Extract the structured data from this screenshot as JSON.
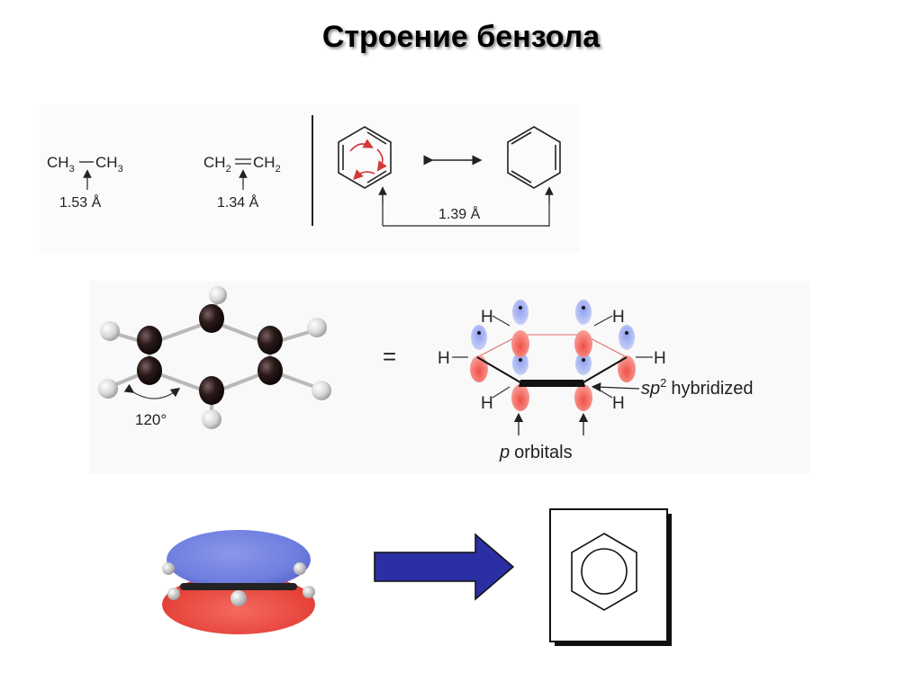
{
  "slide": {
    "title": "Строение бензола"
  },
  "bond_lengths": {
    "ethane": {
      "ch3_left": "CH",
      "ch3_right": "CH",
      "sub": "3",
      "length": "1.53 Å"
    },
    "ethene": {
      "ch2_left": "CH",
      "ch2_right": "CH",
      "sub": "2",
      "length": "1.34 Å"
    },
    "benzene": {
      "length": "1.39 Å"
    }
  },
  "orbital_model": {
    "bond_angle": "120°",
    "equals_sign": "=",
    "atom_label": "H",
    "sp2_prefix": "sp",
    "sp2_sup": "2",
    "sp2_suffix": "hybridized",
    "p_prefix": "p",
    "p_suffix": "orbitals"
  },
  "colors": {
    "orbital_blue": "#6f7fe0",
    "orbital_red": "#ef4f45",
    "carbon": "#1b1010",
    "block_arrow": "#2b2fa3",
    "resonance_arrow": "#d23a3a"
  }
}
